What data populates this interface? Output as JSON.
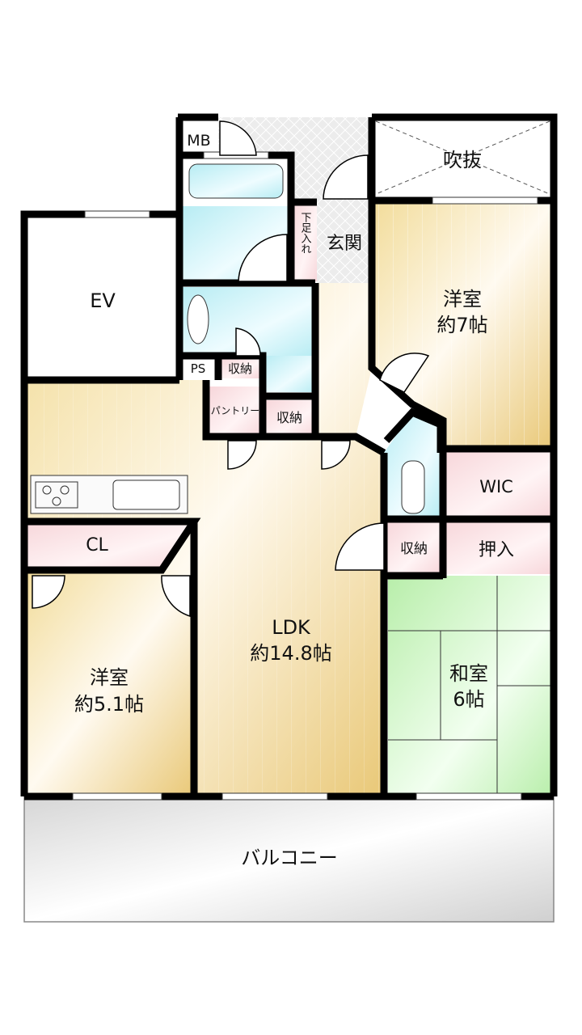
{
  "rooms": {
    "ev": "EV",
    "mb": "MB",
    "genkan": "玄関",
    "shoe_storage": "下足入れ",
    "fukinuke": "吹抜",
    "western_room_1": {
      "name": "洋室",
      "size": "約7帖"
    },
    "ps": "PS",
    "storage_1": "収納",
    "pantry": "パントリー",
    "storage_2": "収納",
    "wic": "WIC",
    "oshiire": "押入",
    "storage_3": "収納",
    "cl": "CL",
    "ldk": {
      "name": "LDK",
      "size": "約14.8帖"
    },
    "western_room_2": {
      "name": "洋室",
      "size": "約5.1帖"
    },
    "japanese_room": {
      "name": "和室",
      "size": "6帖"
    },
    "balcony": "バルコニー"
  },
  "colors": {
    "wall": "#000000",
    "floor_wood": "#f0d690",
    "storage": "#fbe3e5",
    "wet_area": "#bfeef5",
    "tatami": "#c8f2c0",
    "tile": "#e6e6e6"
  }
}
